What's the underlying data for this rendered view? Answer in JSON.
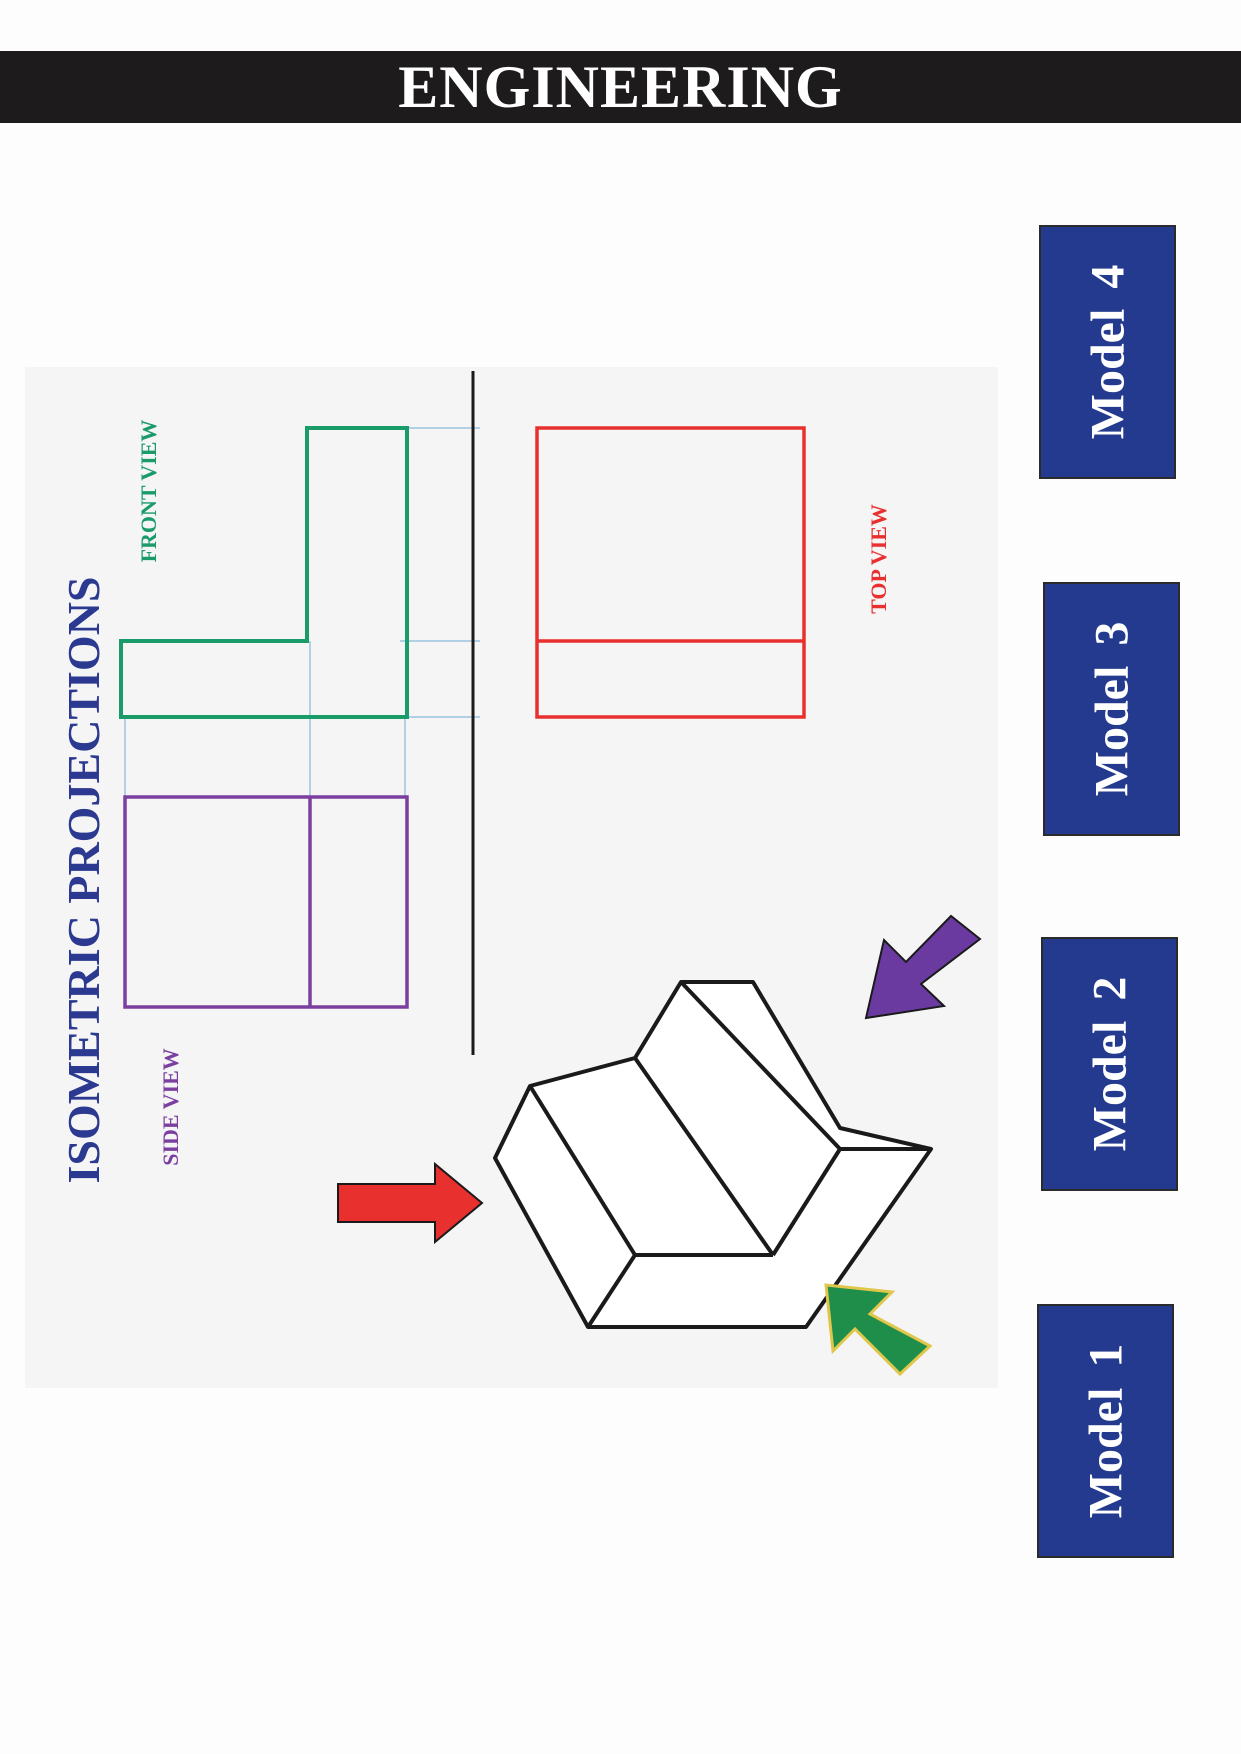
{
  "header": {
    "title": "ENGINEERING"
  },
  "figure": {
    "title": "ISOMETRIC PROJECTIONS",
    "labels": {
      "front_view": "FRONT VIEW",
      "top_view": "TOP VIEW",
      "side_view": "SIDE VIEW"
    },
    "colors": {
      "title": "#2b3990",
      "front_view": "#1a9b6a",
      "top_view": "#e8302f",
      "side_view": "#7b3fa0",
      "projector_lines": "#9bc4e0",
      "arrow_red": "#e8302f",
      "arrow_green": "#1e8e4a",
      "arrow_purple": "#6a3aa0"
    }
  },
  "models": [
    {
      "label": "Model 4"
    },
    {
      "label": "Model 3"
    },
    {
      "label": "Model 2"
    },
    {
      "label": "Model 1"
    }
  ],
  "colors": {
    "header_bg": "#1d1b1b",
    "model_bg": "#243a8e"
  }
}
